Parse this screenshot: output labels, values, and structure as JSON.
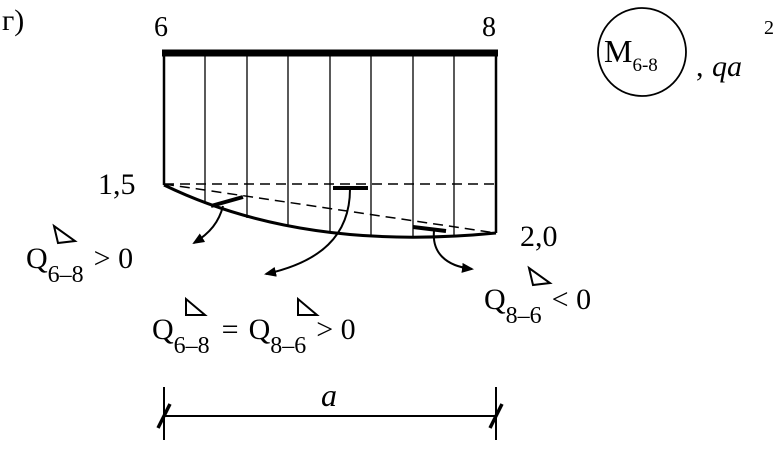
{
  "figure": {
    "label": "г)",
    "nodes": {
      "left": "6",
      "right": "8"
    },
    "title": {
      "symbol": "M",
      "subscript": "6-8",
      "units_sep": ",",
      "units": "qa",
      "units_exp": "2"
    },
    "values": {
      "left": "1,5",
      "right": "2,0"
    },
    "span_label": "a",
    "shears": [
      {
        "symbol": "Q",
        "subscript": "6–8",
        "relation": "> 0"
      },
      {
        "symbol1": "Q",
        "subscript1": "6–8",
        "eq": "=",
        "symbol2": "Q",
        "subscript2": "8–6",
        "relation": "> 0"
      },
      {
        "symbol": "Q",
        "subscript": "8–6",
        "relation": "< 0"
      }
    ]
  }
}
